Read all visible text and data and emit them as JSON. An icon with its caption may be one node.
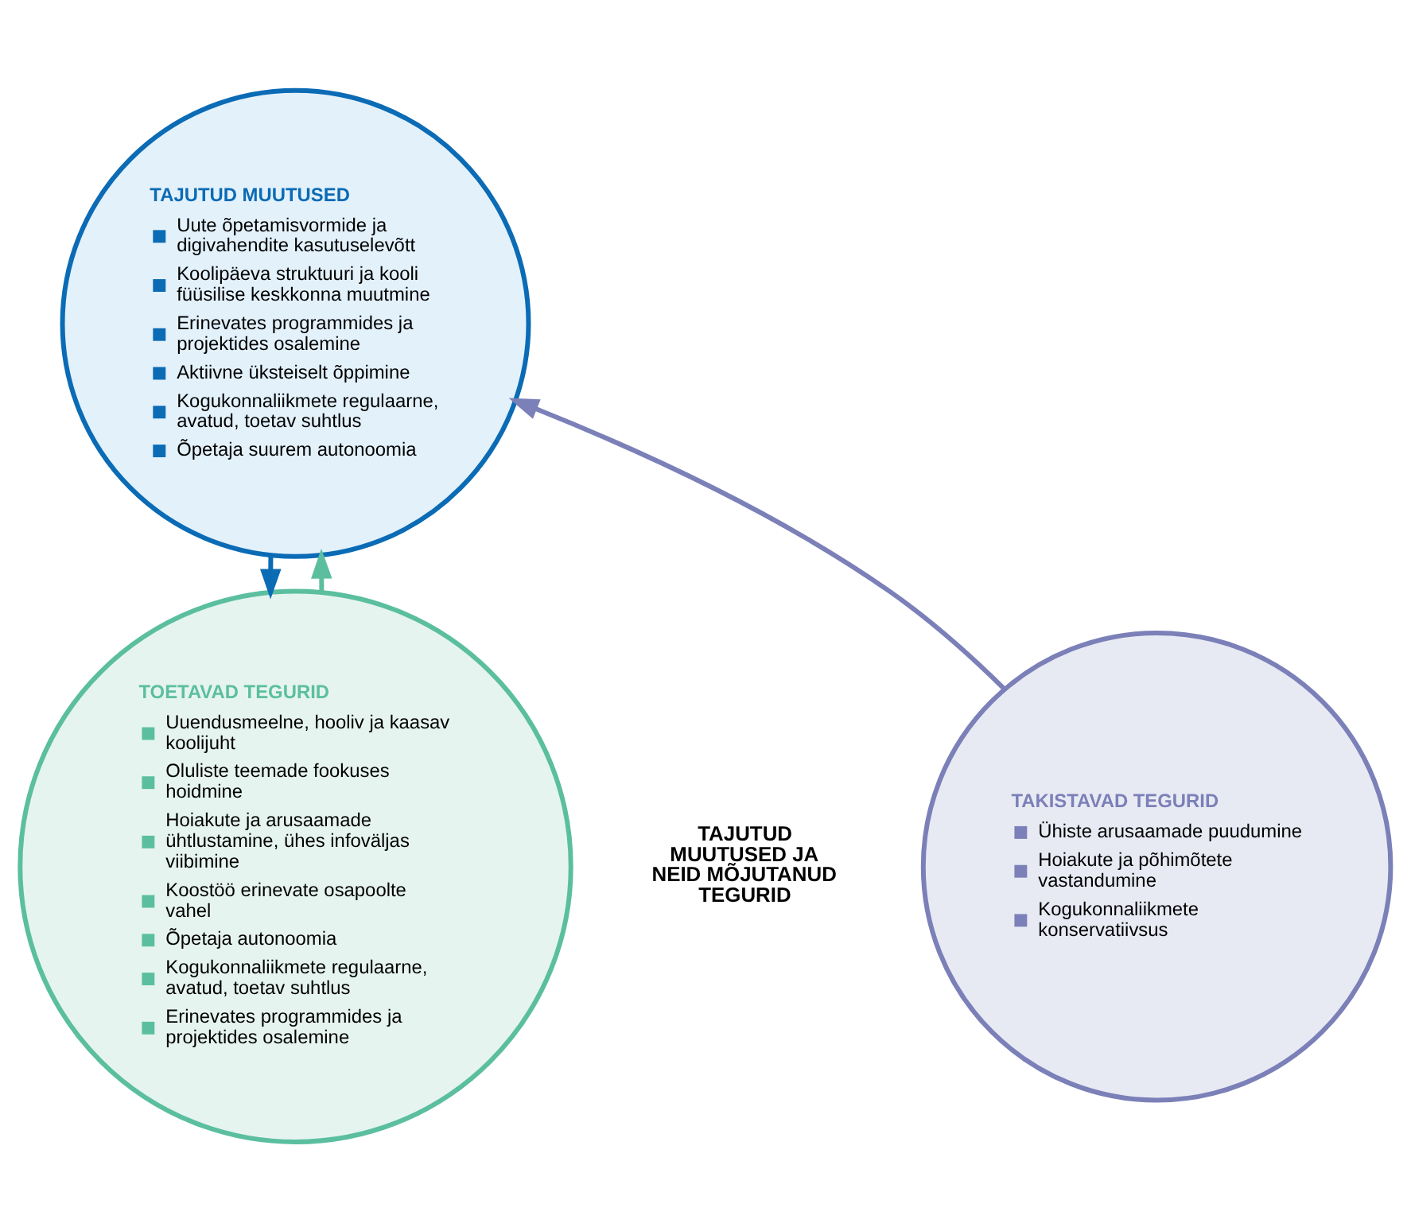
{
  "diagram": {
    "nodes": [
      {
        "text": [
          "TAJUTUD MUUTUSED",
          "Uute õpetamisvormide ja digivahendite kasutuselevõtt",
          "Koolipäeva struktuuri ja kooli füüsilise keskkonna muutmine",
          "Erinevates programmides ja projektides osalemine",
          "Aktiivne üksteiselt õppimine",
          "Kogukonnaliikmete regulaarne, avatud, toetav suhtlus",
          "Õpetaja suurem autonoomia"
        ]
      },
      {
        "text": [
          "TOETAVAD TEGURID",
          "Uuendusmeelne, hooliv ja kaasav koolijuht",
          "Oluliste teemade fookuses hoidmine",
          "Hoiakute ja arusaamade ühtlustamine, ühes infoväljas viibimine",
          "Koostöö erinevate osapoolte vahel",
          "Õpetaja autonoomia",
          "Kogukonnaliikmete regulaarne, avatud, toetav suhtlus",
          "Erinevates programmides ja projektides osalemine"
        ]
      },
      {
        "text": [
          "TAKISTAVAD TEGURID",
          "Ühiste arusaamade puudumine",
          "Hoiakute ja põhimõtete vastandumine",
          "Kogukonnaliikmete konservatiivsus"
        ]
      }
    ],
    "edges": [
      {
        "from": 0,
        "to": 1,
        "arrow": "to",
        "color": "#0b6bb5"
      },
      {
        "from": 1,
        "to": 0,
        "arrow": "to",
        "color": "#5bbf9f"
      },
      {
        "from": 2,
        "to": 0,
        "arrow": "to",
        "color": "#7b80b8"
      }
    ],
    "labels": [
      "TAJUTUD MUUTUSED JA NEID MÕJUTANUD TEGURID"
    ]
  }
}
